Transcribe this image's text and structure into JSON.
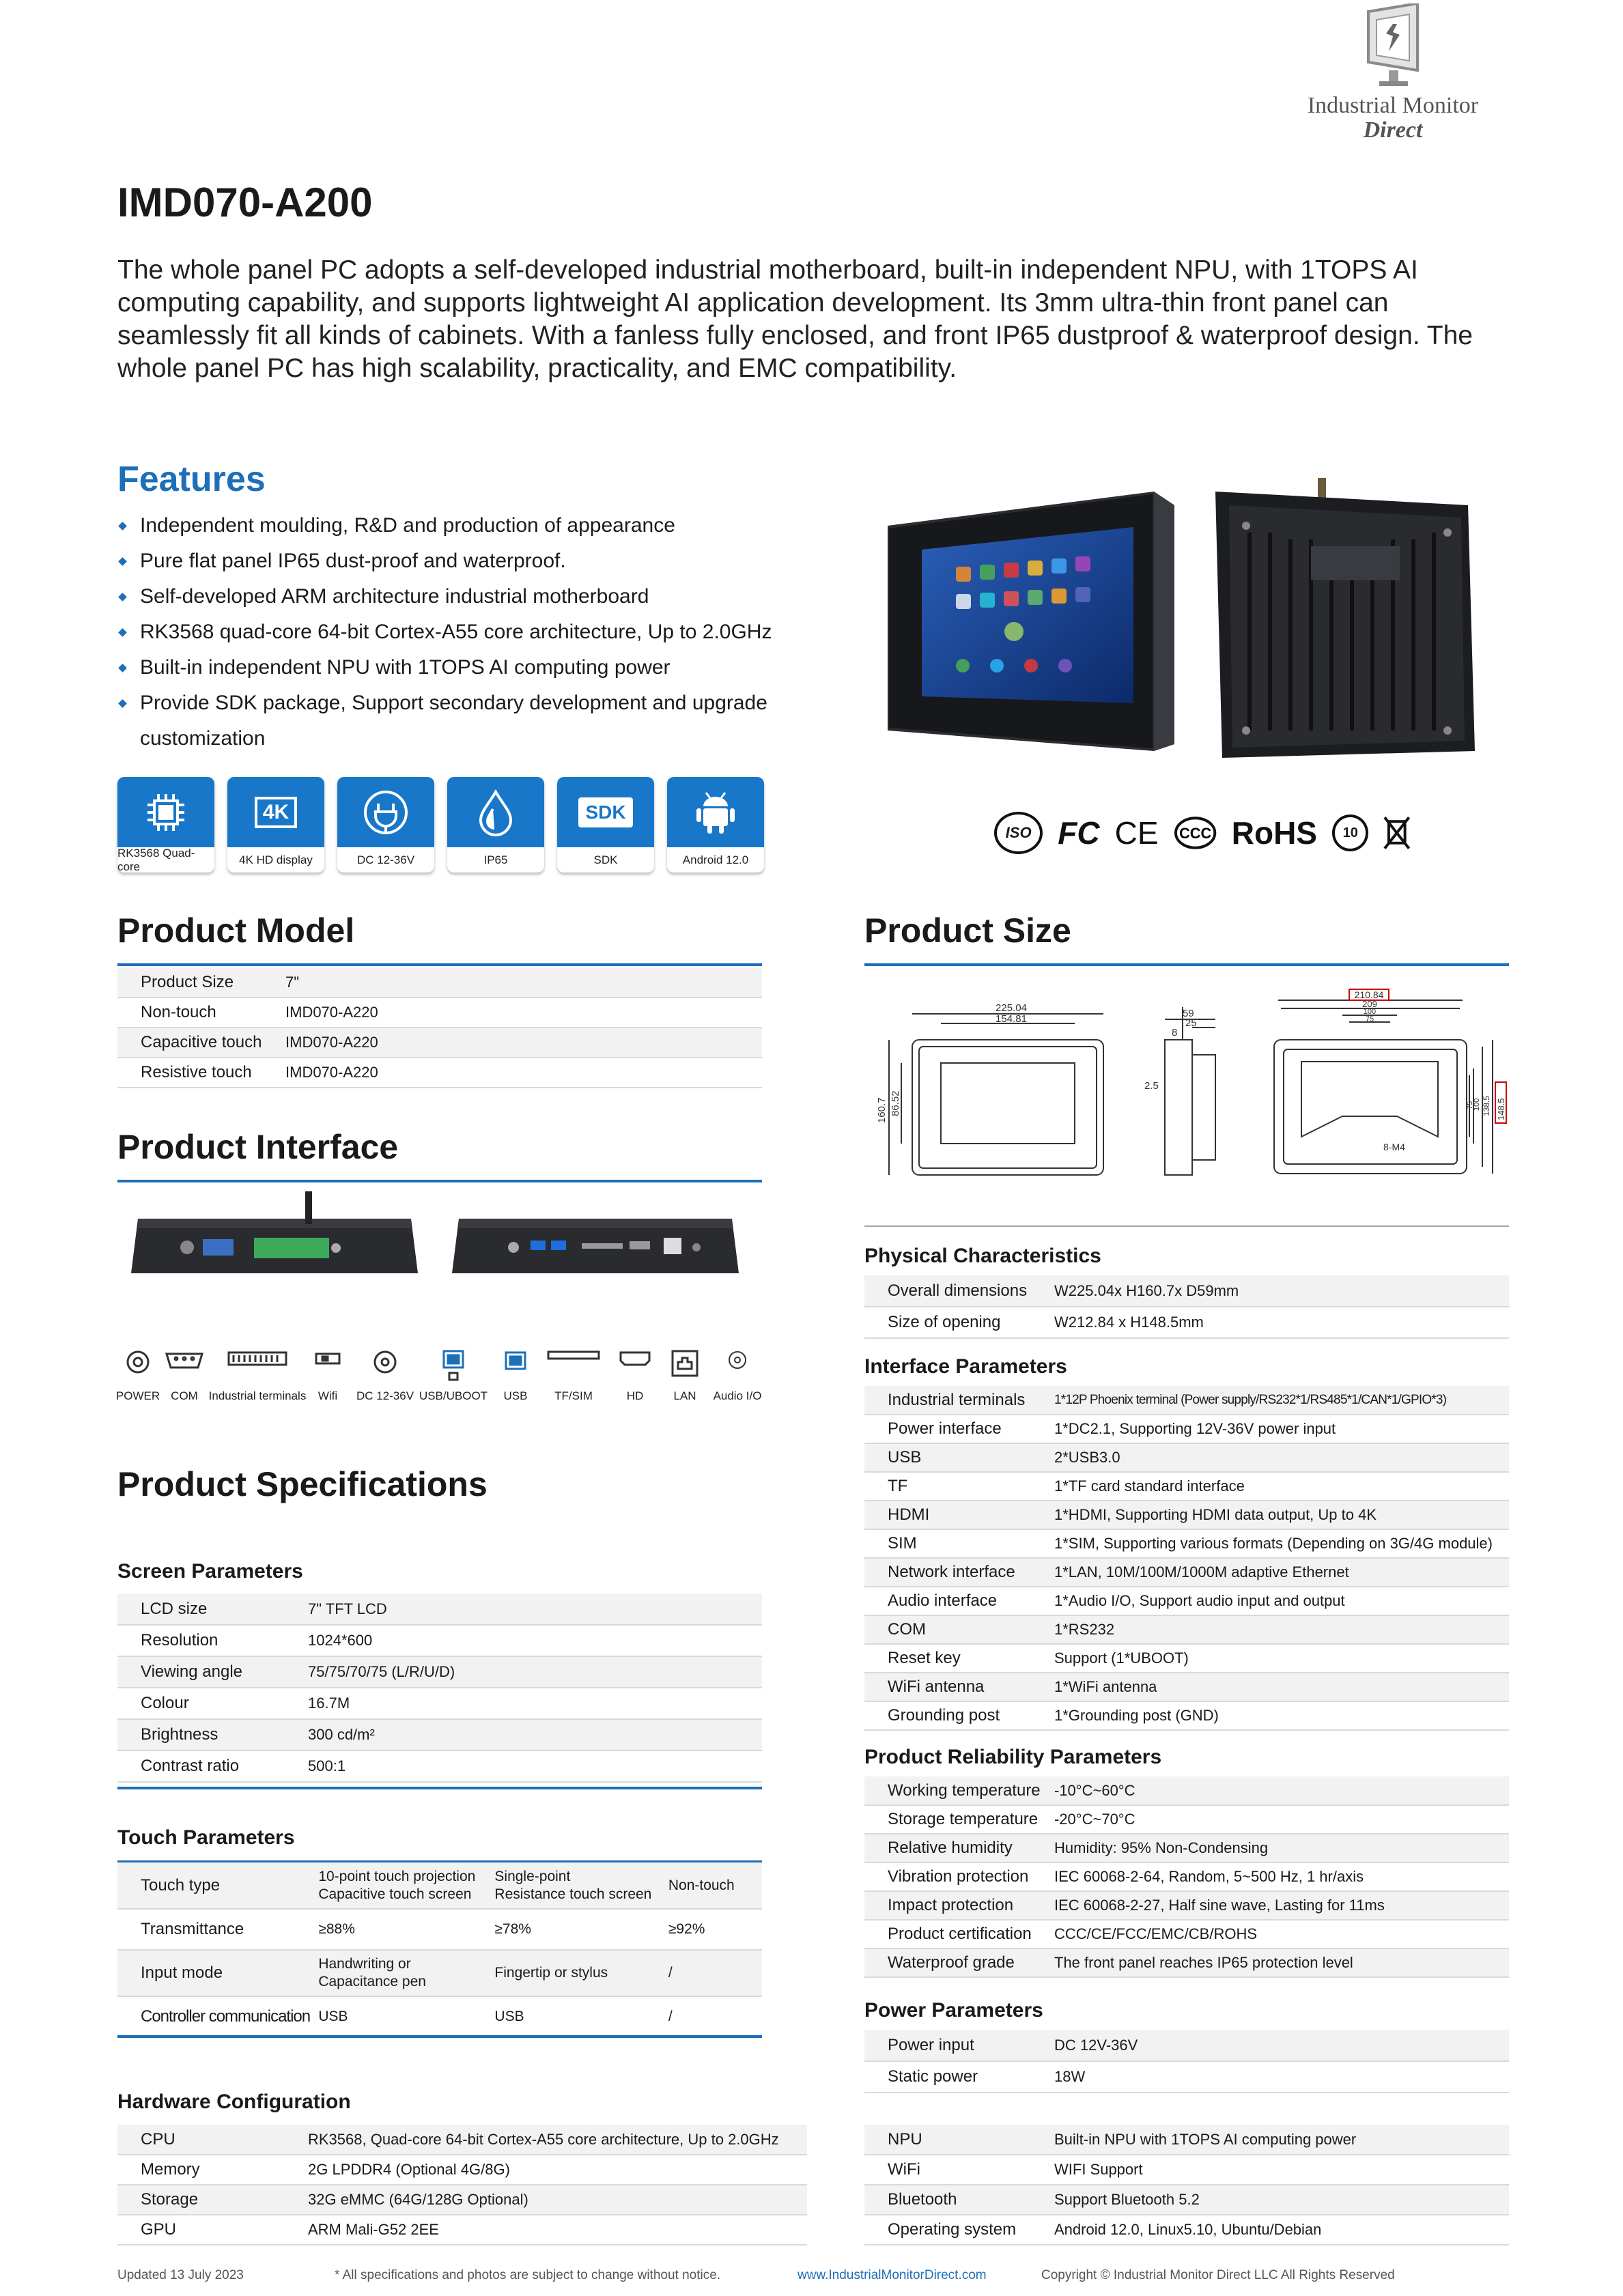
{
  "brand": {
    "line1": "Industrial Monitor",
    "line2": "Direct"
  },
  "title": "IMD070-A200",
  "intro": "The whole panel PC adopts a self-developed industrial motherboard, built-in independent NPU, with 1TOPS AI computing capability, and supports lightweight AI application development. Its 3mm ultra-thin front panel can seamlessly fit all kinds of cabinets. With a fanless fully enclosed, and front IP65 dustproof & waterproof design. The whole panel PC has high scalability, practicality, and EMC compatibility.",
  "features": {
    "title": "Features",
    "items": [
      "Independent moulding, R&D and production of appearance",
      "Pure flat panel IP65 dust-proof and waterproof.",
      "Self-developed ARM architecture industrial motherboard",
      "RK3568 quad-core 64-bit Cortex-A55 core architecture, Up to 2.0GHz",
      "Built-in independent NPU with 1TOPS AI computing power",
      "Provide SDK package, Support secondary development and upgrade",
      "customization"
    ]
  },
  "icon_cards": [
    {
      "label": "RK3568 Quad-core",
      "icon": "chip-icon"
    },
    {
      "label": "4K HD display",
      "icon": "4k-icon",
      "glyph": "4K"
    },
    {
      "label": "DC 12-36V",
      "icon": "power-plug-icon"
    },
    {
      "label": "IP65",
      "icon": "water-drop-icon"
    },
    {
      "label": "SDK",
      "icon": "sdk-folder-icon",
      "glyph": "SDK"
    },
    {
      "label": "Android 12.0",
      "icon": "android-icon"
    }
  ],
  "certs": {
    "iso": "ISO",
    "fc": "FC",
    "ce": "CE",
    "rohs": "RoHS",
    "ten": "10"
  },
  "product_model": {
    "title": "Product Model",
    "rows": [
      [
        "Product Size",
        "7\""
      ],
      [
        "Non-touch",
        "IMD070-A220"
      ],
      [
        "Capacitive touch",
        "IMD070-A220"
      ],
      [
        "Resistive touch",
        "IMD070-A220"
      ]
    ]
  },
  "product_size": {
    "title": "Product Size",
    "dims": {
      "w_outer": "225.04",
      "w_inner": "154.81",
      "h_outer": "160.7",
      "h_inner": "86.52",
      "d1": "59",
      "d2": "25",
      "d3": "8",
      "d4": "2.5",
      "back_w": "210.84",
      "back_w2": "209",
      "back_w3": "100",
      "back_w4": "75",
      "back_h": "148.5",
      "back_h2": "138.5",
      "back_h3": "100",
      "back_h4": "75",
      "screw": "8-M4"
    }
  },
  "product_interface": {
    "title": "Product Interface",
    "ports": [
      "POWER",
      "COM",
      "Industrial terminals",
      "Wifi",
      "DC 12-36V",
      "USB/UBOOT",
      "USB",
      "TF/SIM",
      "HD",
      "LAN",
      "Audio I/O"
    ]
  },
  "product_specs": {
    "title": "Product Specifications"
  },
  "screen": {
    "title": "Screen Parameters",
    "rows": [
      [
        "LCD size",
        "7\" TFT LCD"
      ],
      [
        "Resolution",
        "1024*600"
      ],
      [
        "Viewing angle",
        "75/75/70/75 (L/R/U/D)"
      ],
      [
        "Colour",
        "16.7M"
      ],
      [
        "Brightness",
        "300 cd/m²"
      ],
      [
        "Contrast ratio",
        "500:1"
      ]
    ]
  },
  "touch": {
    "title": "Touch Parameters",
    "rows": [
      [
        "Touch type",
        "10-point touch projection\nCapacitive touch screen",
        "Single-point\nResistance touch screen",
        "Non-touch"
      ],
      [
        "Transmittance",
        "≥88%",
        "≥78%",
        "≥92%"
      ],
      [
        "Input mode",
        "Handwriting or\nCapacitance pen",
        "Fingertip or stylus",
        "/"
      ],
      [
        "Controller communication",
        "USB",
        "USB",
        "/"
      ]
    ]
  },
  "hardware": {
    "title": "Hardware Configuration",
    "left": [
      [
        "CPU",
        "RK3568, Quad-core 64-bit Cortex-A55 core architecture, Up to 2.0GHz"
      ],
      [
        "Memory",
        "2G LPDDR4 (Optional 4G/8G)"
      ],
      [
        "Storage",
        "32G eMMC (64G/128G Optional)"
      ],
      [
        "GPU",
        "ARM Mali-G52 2EE"
      ]
    ],
    "right": [
      [
        "NPU",
        "Built-in NPU with 1TOPS AI computing power"
      ],
      [
        "WiFi",
        "WIFI Support"
      ],
      [
        "Bluetooth",
        "Support Bluetooth 5.2"
      ],
      [
        "Operating system",
        "Android 12.0, Linux5.10, Ubuntu/Debian"
      ]
    ]
  },
  "physical": {
    "title": "Physical Characteristics",
    "rows": [
      [
        "Overall dimensions",
        "W225.04x H160.7x D59mm"
      ],
      [
        "Size of opening",
        "W212.84 x H148.5mm"
      ]
    ]
  },
  "interface": {
    "title": "Interface Parameters",
    "rows": [
      [
        "Industrial terminals",
        "1*12P Phoenix terminal (Power supply/RS232*1/RS485*1/CAN*1/GPIO*3)"
      ],
      [
        "Power interface",
        "1*DC2.1, Supporting 12V-36V power input"
      ],
      [
        "USB",
        "2*USB3.0"
      ],
      [
        "TF",
        "1*TF card standard interface"
      ],
      [
        "HDMI",
        "1*HDMI, Supporting HDMI data output, Up to 4K"
      ],
      [
        "SIM",
        "1*SIM, Supporting various formats (Depending on 3G/4G module)"
      ],
      [
        "Network interface",
        "1*LAN, 10M/100M/1000M adaptive Ethernet"
      ],
      [
        "Audio interface",
        "1*Audio I/O, Support audio input and output"
      ],
      [
        "COM",
        "1*RS232"
      ],
      [
        "Reset key",
        "Support (1*UBOOT)"
      ],
      [
        "WiFi antenna",
        "1*WiFi antenna"
      ],
      [
        "Grounding post",
        "1*Grounding post (GND)"
      ]
    ]
  },
  "reliability": {
    "title": "Product Reliability Parameters",
    "rows": [
      [
        "Working temperature",
        "-10°C~60°C"
      ],
      [
        "Storage temperature",
        "-20°C~70°C"
      ],
      [
        "Relative humidity",
        "Humidity: 95% Non-Condensing"
      ],
      [
        "Vibration protection",
        "IEC 60068-2-64, Random, 5~500 Hz, 1 hr/axis"
      ],
      [
        "Impact protection",
        "IEC 60068-2-27, Half sine wave, Lasting for 11ms"
      ],
      [
        "Product certification",
        "CCC/CE/FCC/EMC/CB/ROHS"
      ],
      [
        "Waterproof grade",
        "The front panel reaches IP65 protection level"
      ]
    ]
  },
  "power": {
    "title": "Power Parameters",
    "rows": [
      [
        "Power input",
        "DC 12V-36V"
      ],
      [
        "Static power",
        "18W"
      ]
    ]
  },
  "footer": {
    "updated": "Updated 13 July 2023",
    "note": "* All specifications and photos are subject to change without notice.",
    "url": "www.IndustrialMonitorDirect.com",
    "copyright": "Copyright © Industrial Monitor Direct LLC All Rights Reserved"
  }
}
